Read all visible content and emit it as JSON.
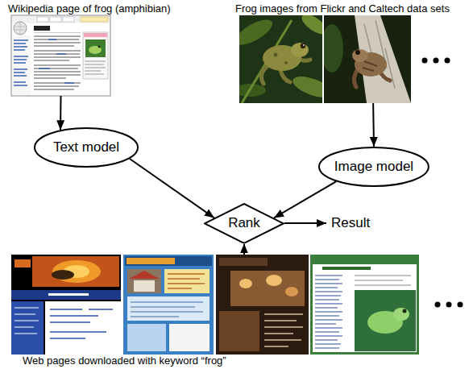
{
  "diagram": {
    "nodes": [
      {
        "text": [
          "Wikipedia page of frog (amphibian)"
        ]
      },
      {
        "text": [
          "Frog images from Flickr and Caltech data sets"
        ]
      },
      {
        "text": [
          "Text model"
        ]
      },
      {
        "text": [
          "Image model"
        ]
      },
      {
        "text": [
          "Rank"
        ]
      },
      {
        "text": [
          "Result"
        ]
      },
      {
        "text": [
          "Web pages downloaded with keyword “frog”"
        ]
      }
    ],
    "edges": [
      {
        "from": 0,
        "to": 2,
        "arrow": "to"
      },
      {
        "from": 1,
        "to": 3,
        "arrow": "to"
      },
      {
        "from": 2,
        "to": 4,
        "arrow": "to"
      },
      {
        "from": 3,
        "to": 4,
        "arrow": "to"
      },
      {
        "from": 4,
        "to": 5,
        "arrow": "to"
      },
      {
        "from": 6,
        "to": 4,
        "arrow": "to"
      }
    ]
  }
}
